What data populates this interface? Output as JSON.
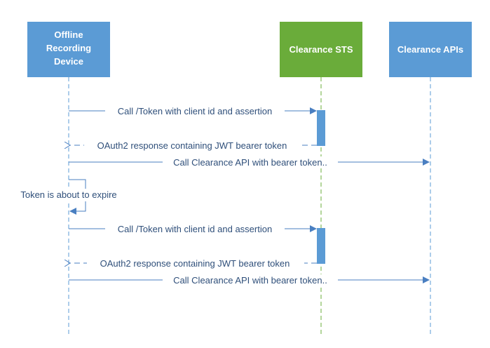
{
  "colors": {
    "device_box": "#5b9bd5",
    "sts_box": "#6aac3a",
    "apis_box": "#5b9bd5",
    "activation": "#5b9bd5",
    "message_line": "#4a7fc1",
    "text": "#2f4f7a",
    "sts_lifeline": "#6aac3a",
    "device_lifeline": "#5b9bd5"
  },
  "actors": {
    "device": {
      "line1": "Offline",
      "line2": "Recording",
      "line3": "Device"
    },
    "sts": {
      "label": "Clearance STS"
    },
    "apis": {
      "label": "Clearance APIs"
    }
  },
  "messages": [
    {
      "label": "Call /Token with client id and assertion"
    },
    {
      "label": "OAuth2 response containing JWT bearer token"
    },
    {
      "label": "Call Clearance API with bearer token.."
    },
    {
      "label": "Token is about to expire"
    },
    {
      "label": "Call /Token with client id and assertion"
    },
    {
      "label": "OAuth2 response containing JWT bearer token"
    },
    {
      "label": "Call Clearance API with bearer token.."
    }
  ]
}
